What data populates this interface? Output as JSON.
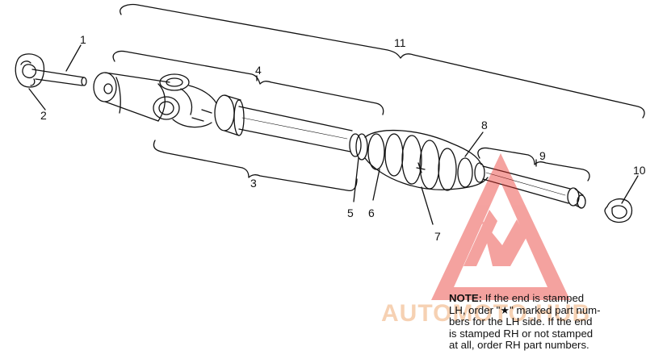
{
  "callouts": {
    "c1": "1",
    "c2": "2",
    "c3": "3",
    "c4": "4",
    "c5": "5",
    "c6": "6",
    "c7": "7",
    "c8": "8",
    "c9": "9",
    "c10": "10",
    "c11": "11"
  },
  "note": {
    "label": "NOTE:",
    "line1": "If the end is stamped",
    "line2": "LH, order \"★\" marked part num-",
    "line3": "bers for the LH side.  If the end",
    "line4": "is stamped RH or not stamped",
    "line5": "at all, order RH part numbers."
  },
  "watermark": {
    "text": "AUTOMOTO.HUB"
  },
  "colors": {
    "ink": "#111111",
    "watermark_red": "#e8332d",
    "watermark_orange": "#f3c29a"
  }
}
